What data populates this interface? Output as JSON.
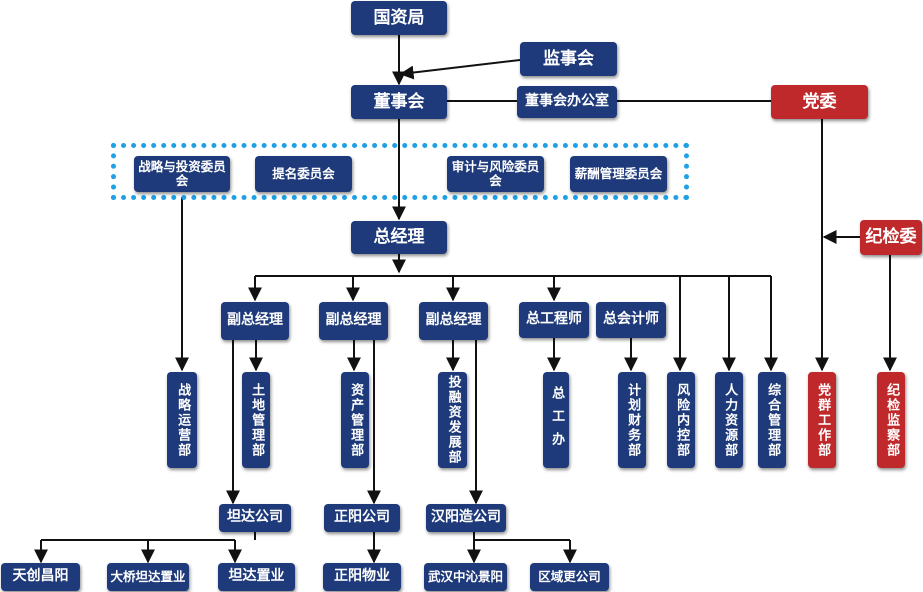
{
  "top": {
    "sasac": "国资局",
    "supervisory_board": "监事会",
    "board": "董事会",
    "board_office": "董事会办公室",
    "party_committee": "党委",
    "discipline_committee": "纪检委"
  },
  "committees": [
    "战略与投资委员会",
    "提名委员会",
    "审计与风险委员会",
    "薪酬管理委员会"
  ],
  "general_manager": "总经理",
  "executives": {
    "deputy_gm_1": "副总经理",
    "deputy_gm_2": "副总经理",
    "deputy_gm_3": "副总经理",
    "chief_engineer": "总工程师",
    "chief_accountant": "总会计师"
  },
  "departments": {
    "strategy": "战略运营部",
    "land": "土地管理部",
    "assets": "资产管理部",
    "investment": "投融资发展部",
    "engineering_office": "总工办",
    "planning_finance": "计划财务部",
    "risk_control": "风险内控部",
    "hr": "人力资源部",
    "general_admin": "综合管理部",
    "party_mass": "党群工作部",
    "discipline_inspection": "纪检监察部"
  },
  "companies": {
    "tanda": "坦达公司",
    "zhengyang": "正阳公司",
    "hanyang": "汉阳造公司",
    "tianchuang": "天创昌阳",
    "daqiao": "大桥坦达置业",
    "tanda_property": "坦达置业",
    "zhengyang_property": "正阳物业",
    "wuhan_qinyuan": "武汉中沁景阳",
    "quyu": "区域更公司"
  }
}
